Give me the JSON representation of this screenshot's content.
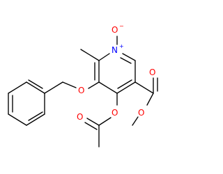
{
  "structure": {
    "atoms": {
      "n1": "N",
      "o_noxide": "O",
      "o_benzyloxy": "O",
      "o_acetoxy": "O",
      "o_acetyl_carbonyl": "O",
      "o_ester_carbonyl": "O",
      "o_ester_methoxy": "O"
    },
    "charges": {
      "n1": "+",
      "o_noxide": "−"
    }
  },
  "colors": {
    "nitrogen": "#0000ff",
    "oxygen": "#ff0000",
    "bond": "#000000",
    "background": "#ffffff"
  }
}
